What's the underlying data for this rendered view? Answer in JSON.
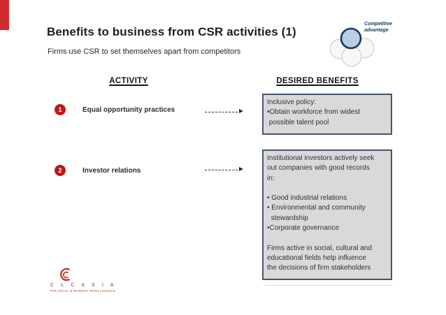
{
  "slide": {
    "title": "Benefits to business from CSR activities (1)",
    "subtitle": "Firms use CSR to set themselves apart from competitors",
    "accent_color": "#d02a2e"
  },
  "venn": {
    "label": "Competitive\nadvantage",
    "highlight_fill": "#b9cde5",
    "highlight_outline": "#17375e",
    "base_circle_outline": "#c6c6c6"
  },
  "columns": {
    "activity_header": "ACTIVITY",
    "benefits_header": "DESIRED BENEFITS"
  },
  "rows": [
    {
      "number": "1",
      "activity": "Equal opportunity practices",
      "benefit": "Inclusive policy:\n•Obtain workforce from widest\n possible talent pool"
    },
    {
      "number": "2",
      "activity": "Investor relations",
      "benefit": "Institutional investors actively seek\nout companies with good records\nin:\n\n• Good industrial relations\n• Environmental and community\n  stewardship\n•Corporate governance\n\nFirms active in social, cultural and\neducational fields help influence\nthe decisions of firm stakeholders"
    }
  ],
  "style": {
    "number_circle_color": "#c01717",
    "box_fill": "#d9d9d9",
    "box_border": "#44546a"
  },
  "logo": {
    "name": "C L C A S I A",
    "tagline": "POLITICAL & MARKET INTELLIGENCE",
    "mark_color": "#c13a32"
  }
}
